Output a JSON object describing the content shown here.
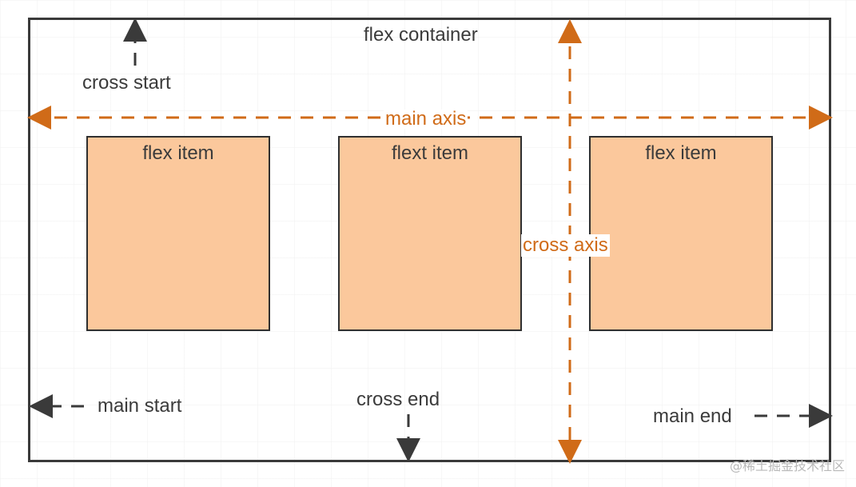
{
  "diagram": {
    "container_label": "flex container",
    "items": [
      {
        "label": "flex item"
      },
      {
        "label": "flext item"
      },
      {
        "label": "flex item"
      }
    ],
    "axes": {
      "main_axis": "main axis",
      "cross_axis": "cross axis"
    },
    "labels": {
      "cross_start": "cross start",
      "cross_end": "cross end",
      "main_start": "main start",
      "main_end": "main end"
    },
    "watermark": "@稀土掘金技术社区",
    "colors": {
      "accent": "#d06b18",
      "item_fill": "#fbc89c",
      "line": "#3a3a3a",
      "text": "#3b3b3b"
    }
  }
}
